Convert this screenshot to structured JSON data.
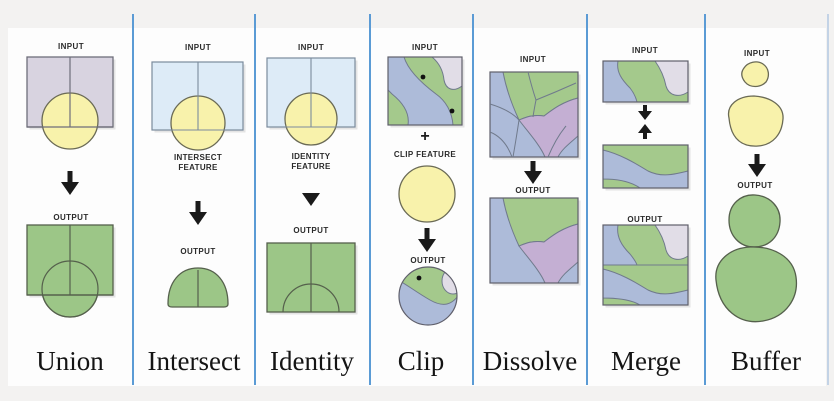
{
  "figure": {
    "columns": [
      {
        "name": "Union",
        "input_label": "INPUT",
        "output_label": "OUTPUT"
      },
      {
        "name": "Intersect",
        "input_label": "INPUT",
        "feature_label": "INTERSECT FEATURE",
        "output_label": "OUTPUT"
      },
      {
        "name": "Identity",
        "input_label": "INPUT",
        "feature_label": "IDENTITY FEATURE",
        "output_label": "OUTPUT"
      },
      {
        "name": "Clip",
        "input_label": "INPUT",
        "plus_symbol": "+",
        "feature_label": "CLIP FEATURE",
        "output_label": "OUTPUT"
      },
      {
        "name": "Dissolve",
        "input_label": "INPUT",
        "output_label": "OUTPUT"
      },
      {
        "name": "Merge",
        "input_label": "INPUT",
        "output_label": "OUTPUT"
      },
      {
        "name": "Buffer",
        "input_label": "INPUT",
        "output_label": "OUTPUT"
      }
    ]
  },
  "colors": {
    "background": "#f3f2f1",
    "panel": "#fdfdfd",
    "separator": "#5b9bd5",
    "input_yellow": "#f8f2ab",
    "input_lavender": "#d8d3e0",
    "input_light_blue": "#ddebf7",
    "output_green": "#9cc687",
    "map_green": "#a4c98c",
    "map_blue": "#adbbd9",
    "map_purple": "#c4afd3",
    "map_lavender": "#e1dde7"
  }
}
